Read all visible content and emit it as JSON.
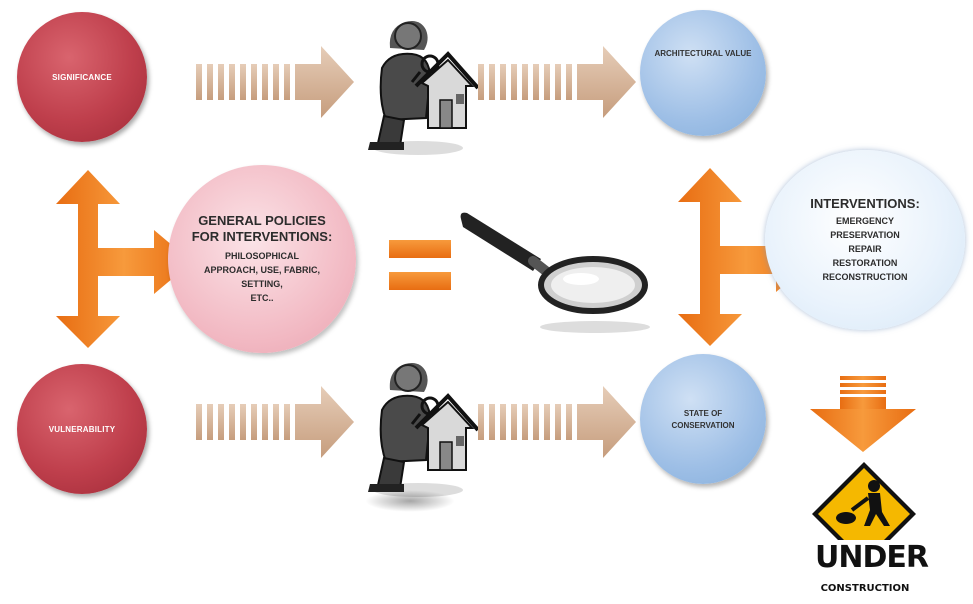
{
  "nodes": {
    "significance": "SIGNIFICANCE",
    "vulnerability": "VULNERABILITY",
    "architectural_value": "ARCHITECTURAL VALUE",
    "state_of_conservation_line1": "STATE OF",
    "state_of_conservation_line2": "CONSERVATION",
    "policies_title_line1": "GENERAL POLICIES",
    "policies_title_line2": "FOR INTERVENTIONS:",
    "policies_body": [
      "PHILOSOPHICAL",
      "APPROACH, USE, FABRIC,",
      "SETTING,",
      "ETC.."
    ],
    "interventions_title": "INTERVENTIONS:",
    "interventions_items": [
      "EMERGENCY",
      "PRESERVATION",
      "REPAIR",
      "RESTORATION",
      "RECONSTRUCTION"
    ]
  },
  "sign": {
    "line1": "UNDER",
    "line2": "CONSTRUCTION"
  },
  "colors": {
    "red_circle": "#bf3f4c",
    "blue_circle": "#9ebfe6",
    "pink_circle": "#f2b9c3",
    "orange_arrow": "#f07d1a",
    "tan_arrow": "#d7b59a",
    "sign_yellow": "#f5b800"
  },
  "icons": [
    "inspector-with-house-icon",
    "magnifying-glass-icon",
    "under-construction-sign-icon"
  ]
}
